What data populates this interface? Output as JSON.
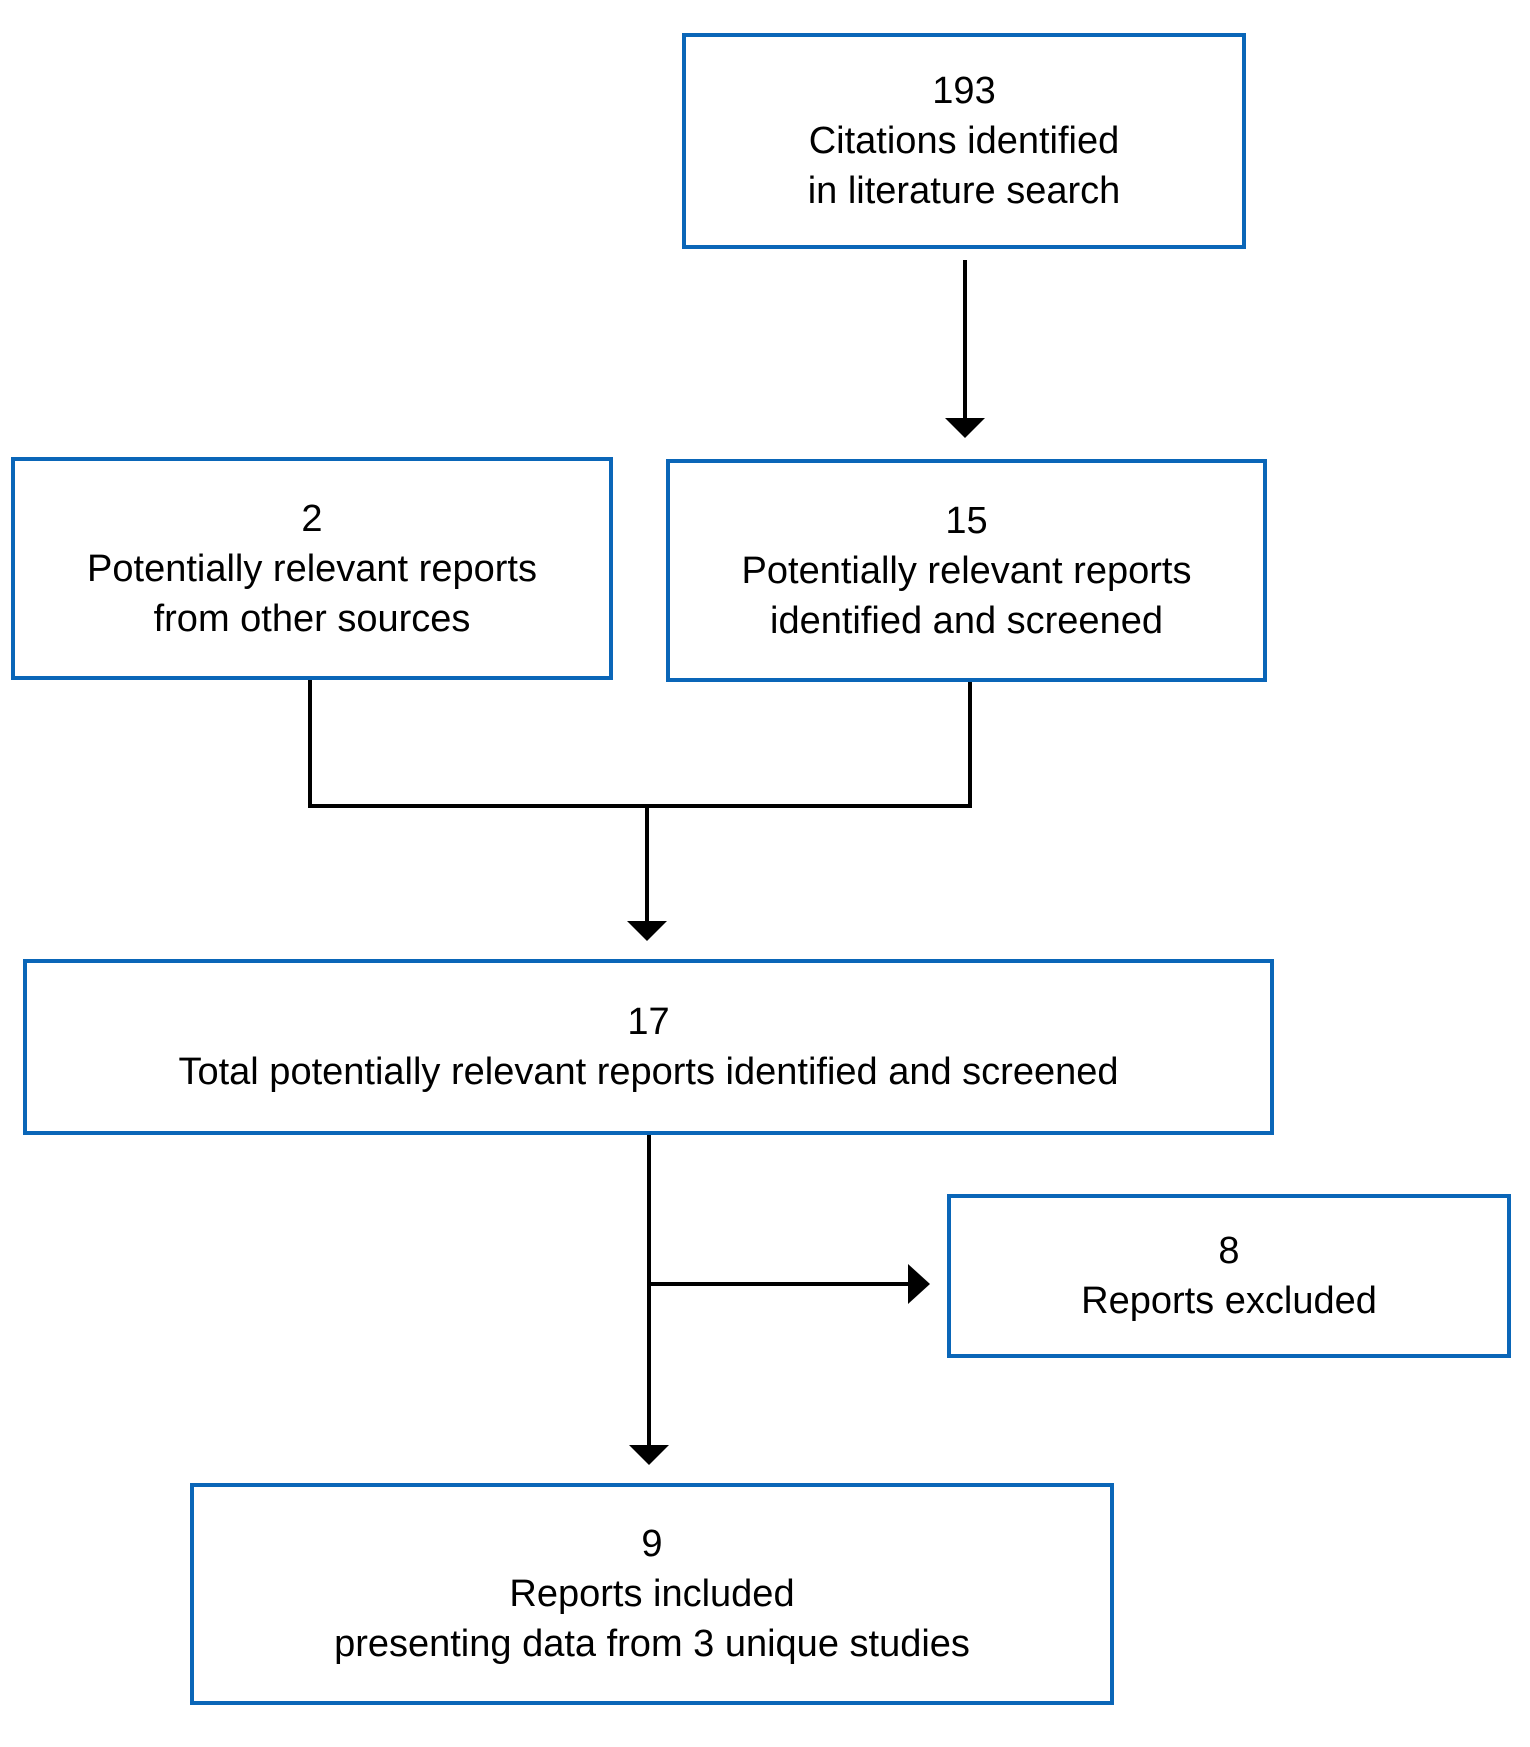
{
  "diagram": {
    "type": "flowchart",
    "border_color": "#0a66b8",
    "boxes": {
      "citations": {
        "count": "193",
        "line1": "Citations identified",
        "line2": "in literature search"
      },
      "other_sources": {
        "count": "2",
        "line1": "Potentially relevant reports",
        "line2": "from other sources"
      },
      "screened": {
        "count": "15",
        "line1": "Potentially relevant reports",
        "line2": "identified and screened"
      },
      "total": {
        "count": "17",
        "line1": "Total potentially relevant reports identified and screened"
      },
      "excluded": {
        "count": "8",
        "line1": "Reports excluded"
      },
      "included": {
        "count": "9",
        "line1": "Reports included",
        "line2": "presenting data from 3 unique studies"
      }
    },
    "edges": [
      {
        "from": "citations",
        "to": "screened"
      },
      {
        "from": "other_sources",
        "to": "total"
      },
      {
        "from": "screened",
        "to": "total"
      },
      {
        "from": "total",
        "to": "excluded"
      },
      {
        "from": "total",
        "to": "included"
      }
    ]
  }
}
